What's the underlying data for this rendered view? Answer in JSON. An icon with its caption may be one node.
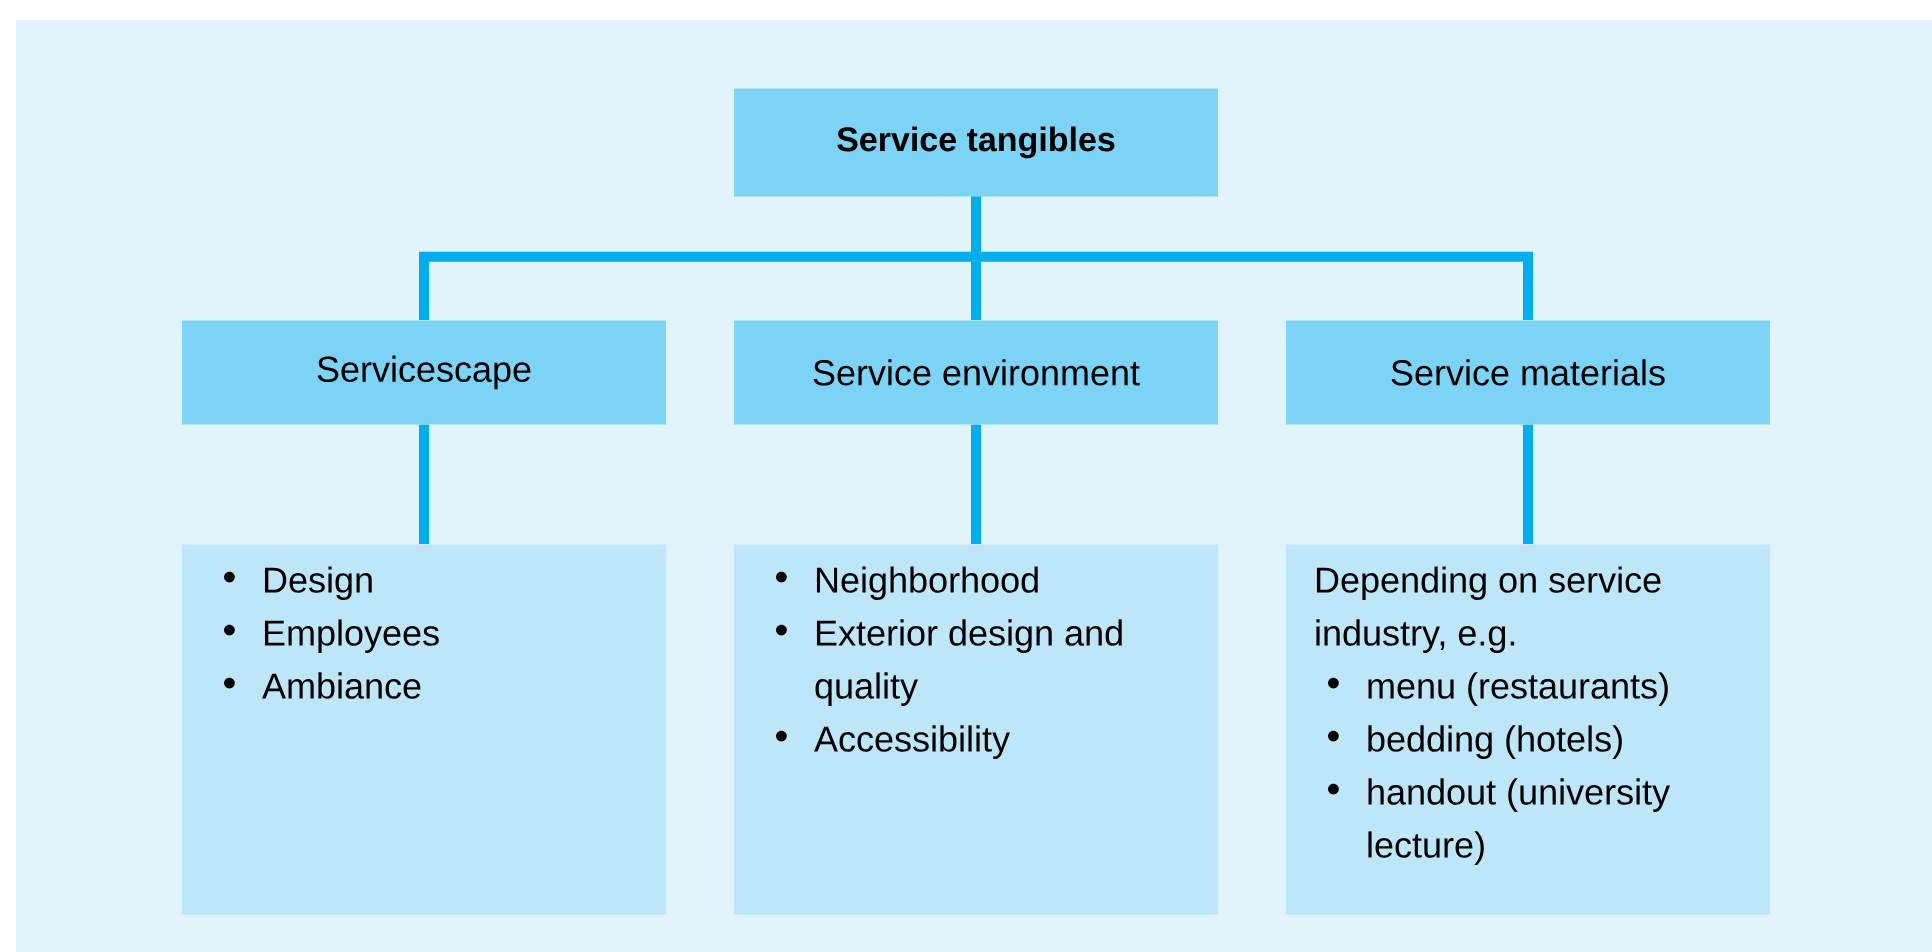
{
  "diagram": {
    "nodes": [
      {
        "text": [
          "Service tangibles"
        ]
      },
      {
        "text": [
          "Servicescape"
        ]
      },
      {
        "text": [
          "Service environment"
        ]
      },
      {
        "text": [
          "Service materials"
        ]
      },
      {
        "text": [
          "Design",
          "Employees",
          "Ambiance"
        ]
      },
      {
        "text": [
          "Neighborhood",
          "Exterior design and quality",
          "Accessibility"
        ]
      },
      {
        "text": [
          "Depending on service industry, e.g.",
          "menu (restaurants)",
          "bedding (hotels)",
          "handout (university lecture)"
        ]
      }
    ],
    "edges": [
      {
        "from": 0,
        "to": 1,
        "arrow": "none"
      },
      {
        "from": 0,
        "to": 2,
        "arrow": "none"
      },
      {
        "from": 0,
        "to": 3,
        "arrow": "none"
      },
      {
        "from": 1,
        "to": 4,
        "arrow": "none"
      },
      {
        "from": 2,
        "to": 5,
        "arrow": "none"
      },
      {
        "from": 3,
        "to": 6,
        "arrow": "none"
      }
    ]
  }
}
